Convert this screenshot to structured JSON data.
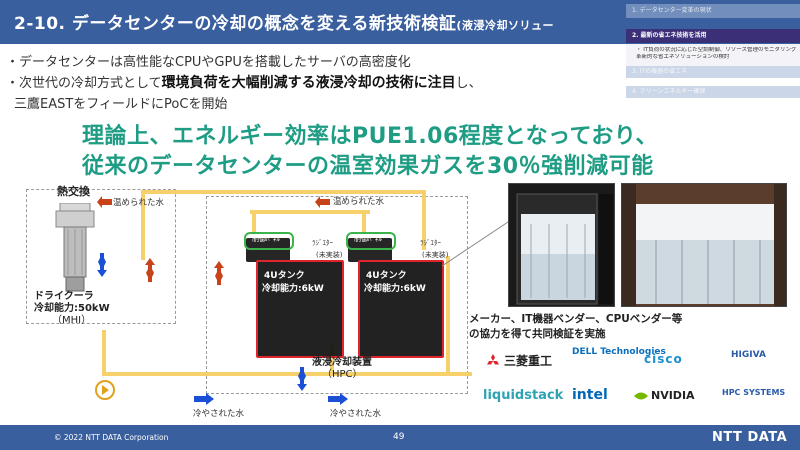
{
  "header": {
    "title": "2-10. データセンターの冷却の概念を変える新技術検証",
    "subtitle": "(液浸冷却ソリュー"
  },
  "toc": {
    "items": [
      {
        "label": "1. データセンター変革の現状"
      },
      {
        "label": "2. 最新の省エネ技術を活用"
      },
      {
        "label": "3. ITの機器の省エネ"
      },
      {
        "label": "4. クリーンエネルギー確保"
      }
    ],
    "desc": [
      "・ IT負荷の状況に応じた空調制御、リソース管理のモニタリングや",
      "  革新的な省エネソリューションの検討"
    ]
  },
  "bullets": [
    {
      "text": "・データセンターは高性能なCPUやGPUを搭載したサーバの高密度化"
    },
    {
      "prefix": "・次世代の冷却方式として",
      "bold": "環境負荷を大幅削減する液浸冷却の技術に注目",
      "suffix": "し、"
    },
    {
      "text": "三鷹EASTをフィールドにPoCを開始"
    }
  ],
  "headline": {
    "line1": "理論上、エネルギー効率はPUE1.06程度となっており、",
    "line2": "従来のデータセンターの温室効果ガスを30％強削減可能"
  },
  "diagram": {
    "heat_exchange": "熱交換",
    "warm_water_1": "温められた水",
    "warm_water_2": "温められた水",
    "cooled_water_1": "冷やされた水",
    "cooled_water_2": "冷やされた水",
    "dry_cooler": "ドライクーラ",
    "dry_cooler_capacity": "冷却能力:50kW",
    "dry_cooler_maker": "（MHI）",
    "control_panel_1": "制御ﾊﾟﾈﾙ",
    "control_panel_2": "制御ﾊﾟﾈﾙ",
    "radiator_1": "ﾗｼﾞｴﾀｰ",
    "radiator_1_note": "(未実装)",
    "radiator_2": "ﾗｼﾞｴﾀｰ",
    "radiator_2_note": "(未実装)",
    "tank_1": {
      "name": "4Uタンク",
      "capacity": "冷却能力:6kW"
    },
    "tank_2": {
      "name": "4Uタンク",
      "capacity": "冷却能力:6kW"
    },
    "device_name": "液浸冷却装置",
    "device_maker": "（HPC）"
  },
  "partners": {
    "line1": "メーカー、IT機器ベンダー、CPUベンダー等",
    "line2": "の協力を得て共同検証を実施",
    "logos": [
      "三菱重工",
      "DELL Technologies",
      "cisco",
      "HIGIVA",
      "liquidstack",
      "intel",
      "NVIDIA",
      "HPC SYSTEMS"
    ]
  },
  "footer": {
    "copyright": "© 2022 NTT DATA Corporation",
    "page": "49",
    "logo": "NTT DATA"
  },
  "colors": {
    "header_bg": "#3a5f9e",
    "headline": "#1f9d84",
    "pipe": "#f6d16b",
    "tank_border": "#e0242c",
    "panel_ring": "#3cb44a",
    "arrow_blue": "#1a4fd6",
    "arrow_red": "#c8431a"
  }
}
